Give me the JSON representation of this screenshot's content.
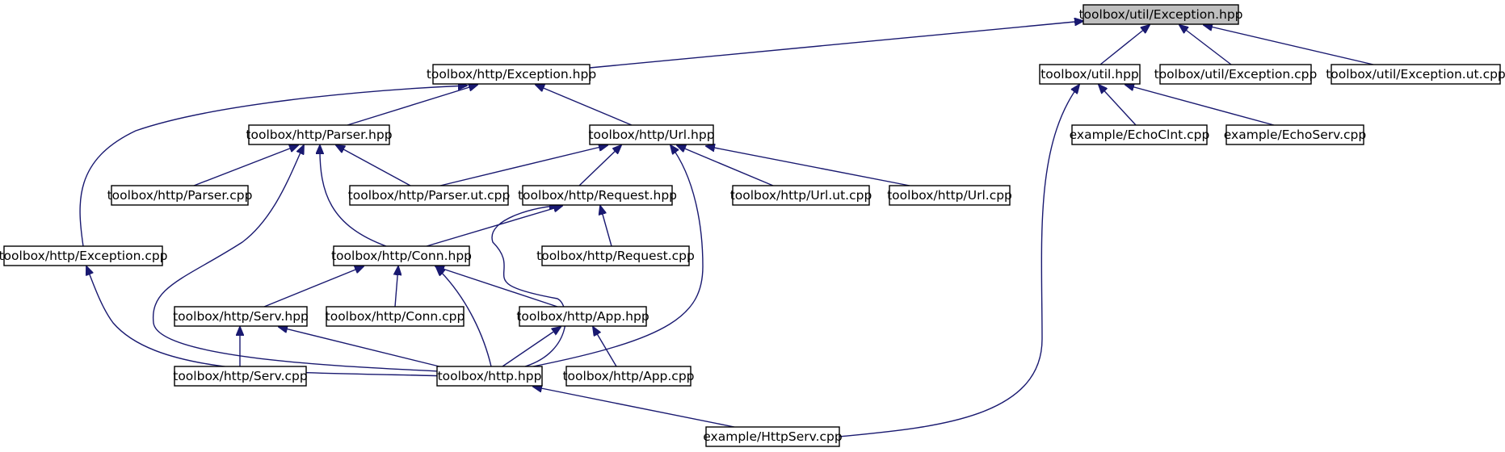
{
  "diagram": {
    "title": "",
    "colors": {
      "edge": "#191970",
      "node_border": "#000000",
      "root_fill": "#bfbfbf",
      "node_fill": "#ffffff"
    },
    "nodes": [
      {
        "id": "util_exc_hpp",
        "label": "toolbox/util/Exception.hpp"
      },
      {
        "id": "http_exc_hpp",
        "label": "toolbox/http/Exception.hpp"
      },
      {
        "id": "util_hpp",
        "label": "toolbox/util.hpp"
      },
      {
        "id": "util_exc_cpp",
        "label": "toolbox/util/Exception.cpp"
      },
      {
        "id": "util_exc_ut",
        "label": "toolbox/util/Exception.ut.cpp"
      },
      {
        "id": "parser_hpp",
        "label": "toolbox/http/Parser.hpp"
      },
      {
        "id": "url_hpp",
        "label": "toolbox/http/Url.hpp"
      },
      {
        "id": "echoclnt",
        "label": "example/EchoClnt.cpp"
      },
      {
        "id": "echoserv",
        "label": "example/EchoServ.cpp"
      },
      {
        "id": "parser_cpp",
        "label": "toolbox/http/Parser.cpp"
      },
      {
        "id": "parser_ut",
        "label": "toolbox/http/Parser.ut.cpp"
      },
      {
        "id": "request_hpp",
        "label": "toolbox/http/Request.hpp"
      },
      {
        "id": "url_ut",
        "label": "toolbox/http/Url.ut.cpp"
      },
      {
        "id": "url_cpp",
        "label": "toolbox/http/Url.cpp"
      },
      {
        "id": "http_exc_cpp",
        "label": "toolbox/http/Exception.cpp"
      },
      {
        "id": "conn_hpp",
        "label": "toolbox/http/Conn.hpp"
      },
      {
        "id": "request_cpp",
        "label": "toolbox/http/Request.cpp"
      },
      {
        "id": "serv_hpp",
        "label": "toolbox/http/Serv.hpp"
      },
      {
        "id": "conn_cpp",
        "label": "toolbox/http/Conn.cpp"
      },
      {
        "id": "app_hpp",
        "label": "toolbox/http/App.hpp"
      },
      {
        "id": "serv_cpp",
        "label": "toolbox/http/Serv.cpp"
      },
      {
        "id": "http_hpp",
        "label": "toolbox/http.hpp"
      },
      {
        "id": "app_cpp",
        "label": "toolbox/http/App.cpp"
      },
      {
        "id": "httpserv",
        "label": "example/HttpServ.cpp"
      }
    ],
    "edges": [
      {
        "from": "http_exc_hpp",
        "to": "util_exc_hpp"
      },
      {
        "from": "util_hpp",
        "to": "util_exc_hpp"
      },
      {
        "from": "util_exc_cpp",
        "to": "util_exc_hpp"
      },
      {
        "from": "util_exc_ut",
        "to": "util_exc_hpp"
      },
      {
        "from": "parser_hpp",
        "to": "http_exc_hpp"
      },
      {
        "from": "url_hpp",
        "to": "http_exc_hpp"
      },
      {
        "from": "http_exc_cpp",
        "to": "http_exc_hpp"
      },
      {
        "from": "echoclnt",
        "to": "util_hpp"
      },
      {
        "from": "echoserv",
        "to": "util_hpp"
      },
      {
        "from": "httpserv",
        "to": "util_hpp"
      },
      {
        "from": "parser_cpp",
        "to": "parser_hpp"
      },
      {
        "from": "parser_ut",
        "to": "parser_hpp"
      },
      {
        "from": "conn_hpp",
        "to": "parser_hpp"
      },
      {
        "from": "http_hpp",
        "to": "parser_hpp"
      },
      {
        "from": "parser_ut",
        "to": "url_hpp"
      },
      {
        "from": "request_hpp",
        "to": "url_hpp"
      },
      {
        "from": "url_ut",
        "to": "url_hpp"
      },
      {
        "from": "url_cpp",
        "to": "url_hpp"
      },
      {
        "from": "http_hpp",
        "to": "url_hpp"
      },
      {
        "from": "conn_hpp",
        "to": "request_hpp"
      },
      {
        "from": "request_cpp",
        "to": "request_hpp"
      },
      {
        "from": "http_hpp",
        "to": "request_hpp"
      },
      {
        "from": "http_hpp",
        "to": "http_exc_cpp"
      },
      {
        "from": "serv_hpp",
        "to": "conn_hpp"
      },
      {
        "from": "conn_cpp",
        "to": "conn_hpp"
      },
      {
        "from": "app_hpp",
        "to": "conn_hpp"
      },
      {
        "from": "http_hpp",
        "to": "conn_hpp"
      },
      {
        "from": "serv_cpp",
        "to": "serv_hpp"
      },
      {
        "from": "http_hpp",
        "to": "serv_hpp"
      },
      {
        "from": "http_hpp",
        "to": "app_hpp"
      },
      {
        "from": "app_cpp",
        "to": "app_hpp"
      },
      {
        "from": "httpserv",
        "to": "http_hpp"
      }
    ]
  }
}
